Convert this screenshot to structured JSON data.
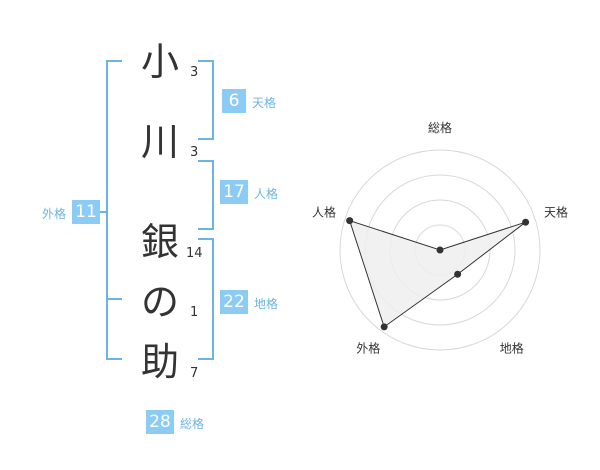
{
  "name_chars": [
    {
      "char": "小",
      "strokes": "3"
    },
    {
      "char": "川",
      "strokes": "3"
    },
    {
      "char": "銀",
      "strokes": "14"
    },
    {
      "char": "の",
      "strokes": "1"
    },
    {
      "char": "助",
      "strokes": "7"
    }
  ],
  "fortunes": {
    "tenkaku": {
      "label": "天格",
      "value": "6"
    },
    "jinkaku": {
      "label": "人格",
      "value": "17"
    },
    "chikaku": {
      "label": "地格",
      "value": "22"
    },
    "gaikaku": {
      "label": "外格",
      "value": "11"
    },
    "soukaku": {
      "label": "総格",
      "value": "28"
    }
  },
  "radar": {
    "axes": [
      "総格",
      "天格",
      "地格",
      "外格",
      "人格"
    ],
    "levels": 4,
    "values": [
      0.0,
      0.9,
      0.3,
      0.95,
      0.95
    ],
    "colors": {
      "ring": "#d8d8d8",
      "fill": "#eeeeee",
      "line": "#333333",
      "point": "#333333"
    }
  },
  "colors": {
    "accent": "#8cccf4",
    "bracket": "#6cb4e4",
    "text": "#333333"
  }
}
